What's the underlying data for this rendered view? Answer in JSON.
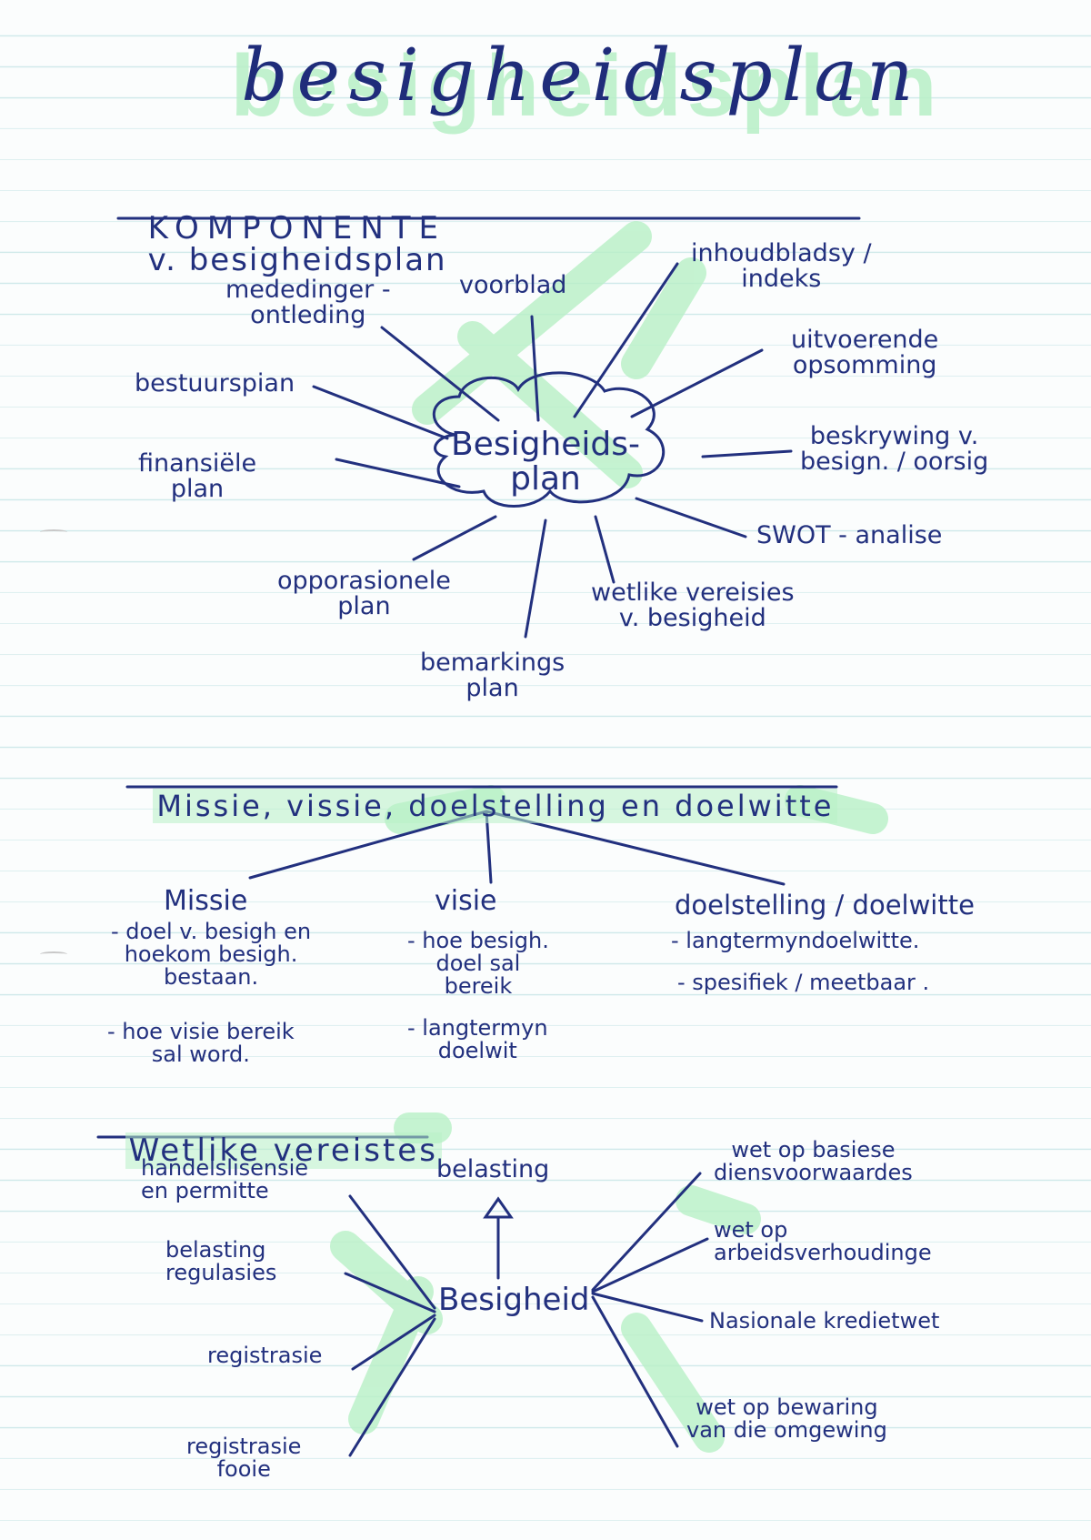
{
  "title": "besigheidsplan",
  "section1": {
    "heading_strong": "KOMPONENTE",
    "heading_rest": "v. besigheidsplan",
    "center": "Besigheids-\nplan",
    "items": {
      "voorblad": "voorblad",
      "inhoud": "inhoudbladsy /\nindeks",
      "mededinger": "mededinger -\nontleding",
      "uitvoerende": "uitvoerende\nopsomming",
      "bestuurspian": "bestuurspian",
      "beskrywing": "beskrywing v.\nbesign. / oorsig",
      "finansiele": "finansiële\nplan",
      "swot": "SWOT - analise",
      "opporasionele": "opporasionele\nplan",
      "wetlike": "wetlike vereisies\nv. besighеid",
      "bemarkings": "bemarkings\nplan"
    }
  },
  "section2": {
    "heading": "Missie, vissie, doelstelling en doelwitte",
    "columns": [
      {
        "title": "Missie",
        "lines": "- doel v. besigh en\nhoekom besigh.\nbestaan.",
        "lines2": "- hoe visie bereik\nsal word."
      },
      {
        "title": "visie",
        "lines": "- hoe besigh.\ndoel sal\nbereik",
        "lines2": "- langtermyn\ndoelwit"
      },
      {
        "title": "doelstelling / doelwitte",
        "lines": "- langtermyndoelwitte.",
        "lines2": "- spesifiek / meetbaar ."
      }
    ]
  },
  "section3": {
    "heading": "Wetlike vereistes",
    "center": "Besigheid",
    "top": "belasting",
    "left": [
      "handelslisensie\nen permitte",
      "belasting\nregulasies",
      "registrasie",
      "registrasie\nfooie"
    ],
    "right": [
      "wet op basiese\ndiensvoorwaardes",
      "wet op\narbeidsverhoudinge",
      "Nasionale kredietwet",
      "wet op bewaring\nvan die omgewing"
    ]
  },
  "colors": {
    "ink": "#22307e",
    "highlight": "#b8f0c6",
    "rule": "#cfe9ea"
  }
}
